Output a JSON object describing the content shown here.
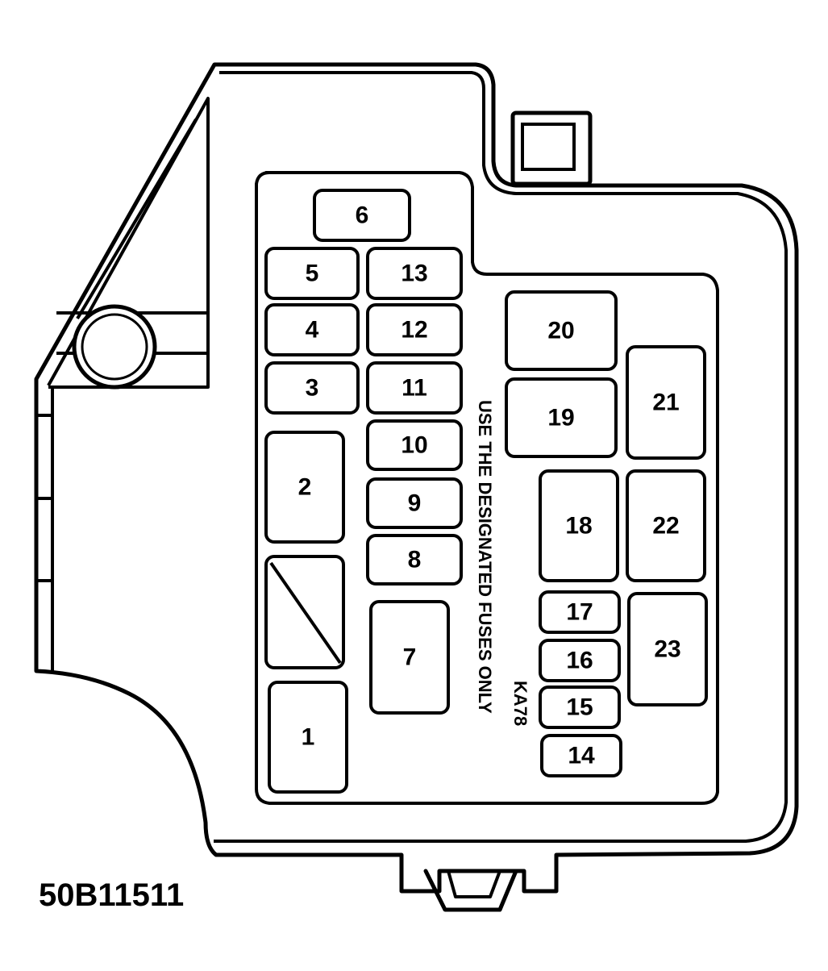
{
  "notice_text": "USE THE DESIGNATED FUSES ONLY",
  "part_code": "KA78",
  "figure_code": "50B11511",
  "fuses": [
    {
      "id": "1",
      "label": "1"
    },
    {
      "id": "2",
      "label": "2"
    },
    {
      "id": "3",
      "label": "3"
    },
    {
      "id": "4",
      "label": "4"
    },
    {
      "id": "5",
      "label": "5"
    },
    {
      "id": "6",
      "label": "6"
    },
    {
      "id": "7",
      "label": "7"
    },
    {
      "id": "8",
      "label": "8"
    },
    {
      "id": "9",
      "label": "9"
    },
    {
      "id": "10",
      "label": "10"
    },
    {
      "id": "11",
      "label": "11"
    },
    {
      "id": "12",
      "label": "12"
    },
    {
      "id": "13",
      "label": "13"
    },
    {
      "id": "14",
      "label": "14"
    },
    {
      "id": "15",
      "label": "15"
    },
    {
      "id": "16",
      "label": "16"
    },
    {
      "id": "17",
      "label": "17"
    },
    {
      "id": "18",
      "label": "18"
    },
    {
      "id": "19",
      "label": "19"
    },
    {
      "id": "20",
      "label": "20"
    },
    {
      "id": "21",
      "label": "21"
    },
    {
      "id": "22",
      "label": "22"
    },
    {
      "id": "23",
      "label": "23"
    }
  ]
}
